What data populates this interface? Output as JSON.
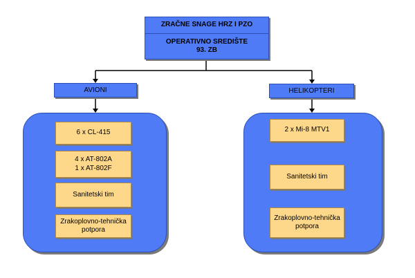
{
  "root": {
    "title": "ZRAČNE SNAGE HRZ I PZO",
    "subtitle_line1": "OPERATIVNO SREDIŠTE",
    "subtitle_line2": "93. ZB"
  },
  "branches": {
    "left": {
      "label": "AVIONI",
      "items": [
        {
          "lines": [
            "6 x CL-415"
          ]
        },
        {
          "lines": [
            "4 x AT-802A",
            "1 x AT-802F"
          ]
        },
        {
          "lines": [
            "Sanitetski tim"
          ]
        },
        {
          "lines": [
            "Zrakoplovno-tehnička",
            "potpora"
          ]
        }
      ]
    },
    "right": {
      "label": "HELIKOPTERI",
      "items": [
        {
          "lines": [
            "2 x Mi-8 MTV1"
          ]
        },
        {
          "lines": [
            "Sanitetski tim"
          ]
        },
        {
          "lines": [
            "Zrakoplovno-tehnička",
            "potpora"
          ]
        }
      ]
    }
  },
  "colors": {
    "node_blue": "#4f7cf6",
    "node_border": "#2a4fb5",
    "item_fill": "#fed88a",
    "item_border": "#b58a3c",
    "shadow": "#7a7a7a",
    "connector": "#000000"
  }
}
